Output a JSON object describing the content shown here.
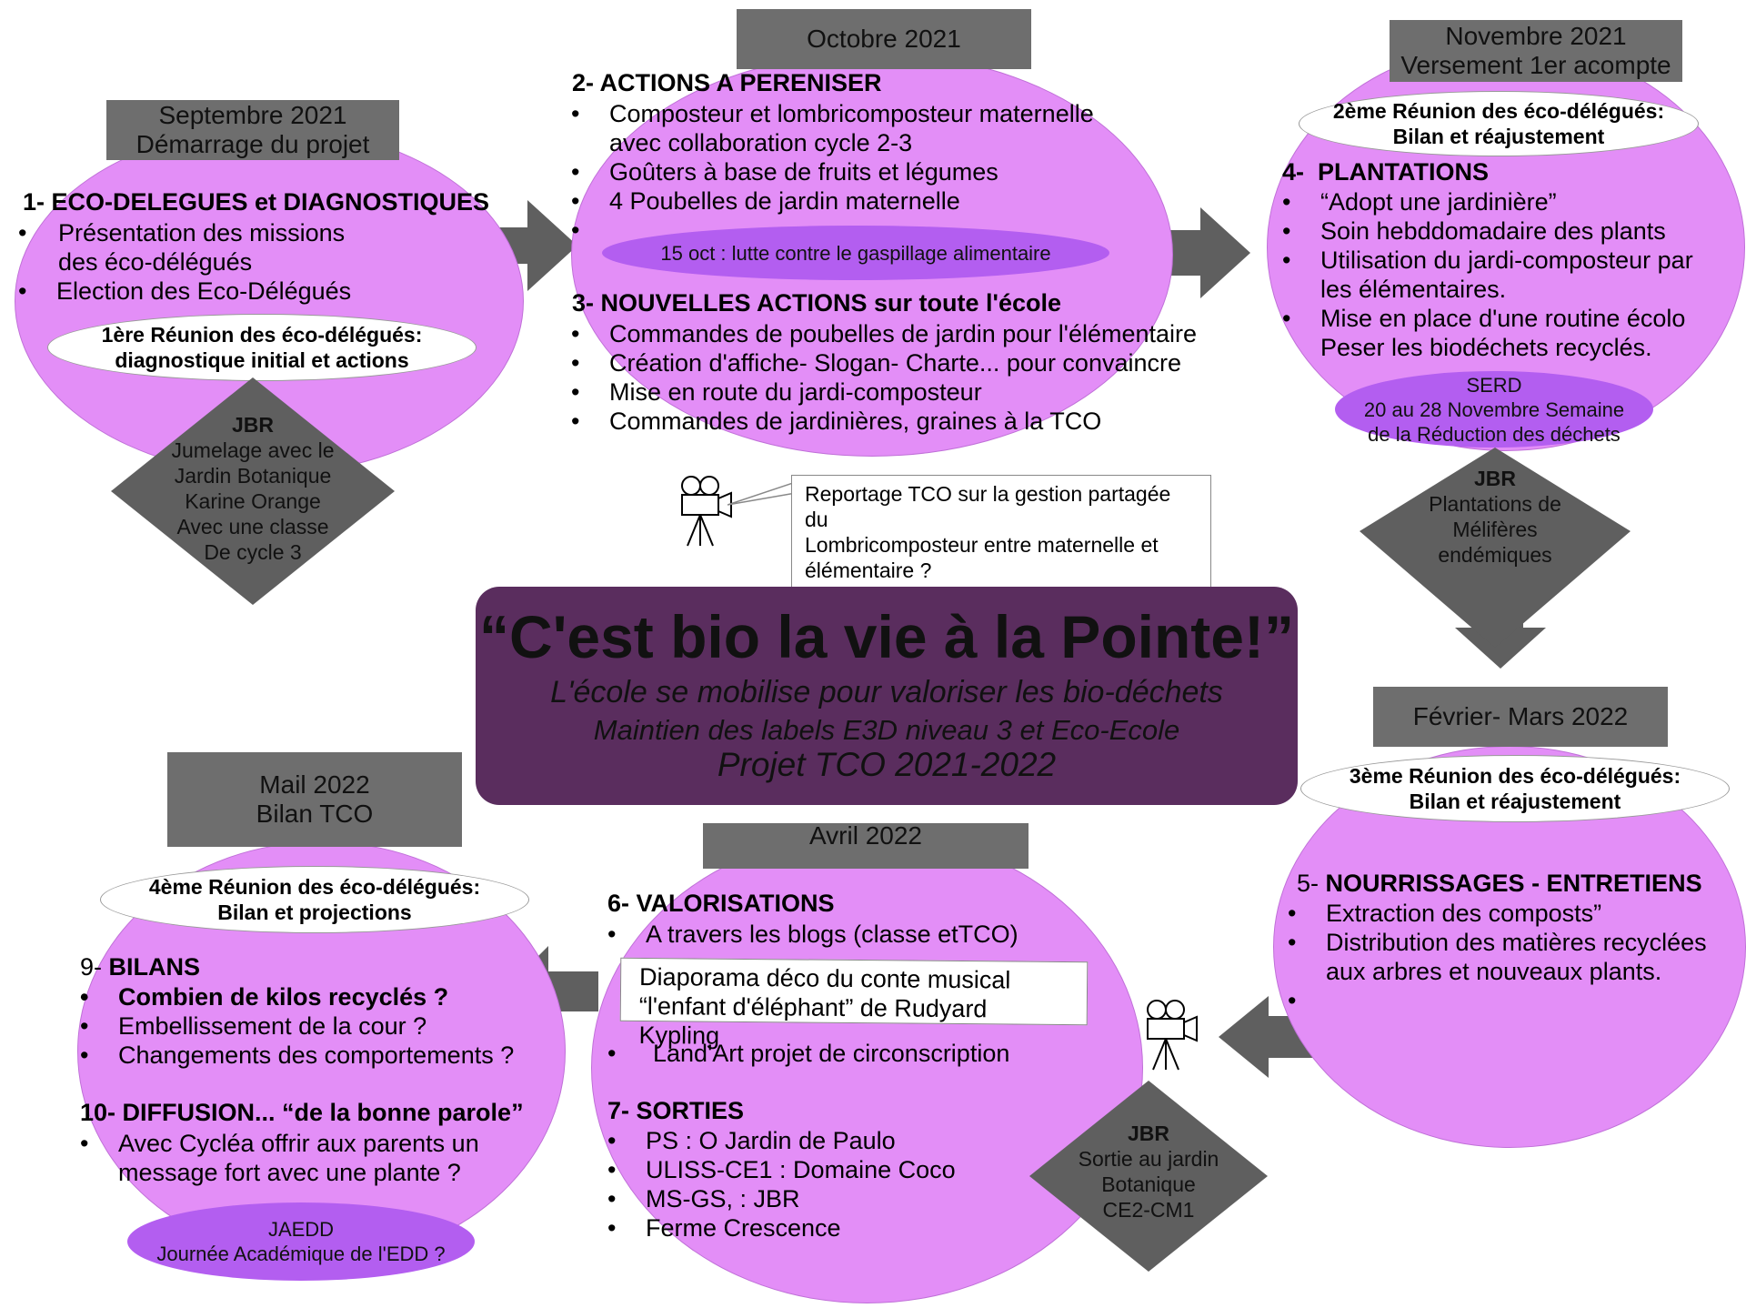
{
  "title": {
    "main": "“C'est bio la vie à la Pointe!”",
    "line1": "L'école se mobilise pour valoriser les bio-déchets",
    "line2": "Maintien des labels E3D niveau 3 et Eco-Ecole",
    "line3": "Projet TCO 2021-2022"
  },
  "step1": {
    "date_line1": "Septembre 2021",
    "date_line2": "Démarrage du projet",
    "heading": "1- ECO-DELEGUES et DIAGNOSTIQUES",
    "items": [
      "Présentation des missions",
      "des éco-délégués",
      "Election des Eco-Délégués"
    ],
    "meeting_line1": "1ère Réunion des éco-délégués:",
    "meeting_line2": "diagnostique initial et actions",
    "jbr_title": "JBR",
    "jbr_lines": [
      "Jumelage avec le",
      "Jardin Botanique",
      "Karine Orange",
      "Avec une classe",
      "De cycle 3"
    ]
  },
  "step2": {
    "date": "Octobre 2021",
    "heading": "2- ACTIONS A PERENISER",
    "items": [
      "Composteur et lombricomposteur maternelle",
      "avec collaboration cycle 2-3",
      "Goûters à base de fruits et légumes",
      "4 Poubelles de jardin maternelle",
      ""
    ],
    "event": "15 oct : lutte contre le gaspillage alimentaire",
    "heading3": "3- NOUVELLES ACTIONS sur toute l'école",
    "items3": [
      " Commandes de poubelles de jardin pour l'élémentaire",
      "Création d'affiche- Slogan- Charte... pour convaincre",
      "Mise en route du jardi-composteur",
      "Commandes de jardinières, graines à la TCO"
    ]
  },
  "reportage": {
    "line1": "Reportage TCO sur la gestion partagée du",
    "line2": "Lombricomposteur entre maternelle et élémentaire ?"
  },
  "step4": {
    "date_line1": "Novembre 2021",
    "date_line2": "Versement 1er acompte",
    "meeting_line1": "2ème Réunion des éco-délégués:",
    "meeting_line2": "Bilan et réajustement",
    "heading_num": "4-",
    "heading": "PLANTATIONS",
    "items": [
      "“Adopt une jardinière”",
      "Soin hebddomadaire des plants",
      "Utilisation du jardi-composteur par",
      "les élémentaires.",
      "Mise en place d'une routine écolo",
      "Peser les biodéchets recyclés."
    ],
    "serd_line1": "SERD",
    "serd_line2": "20 au 28 Novembre Semaine",
    "serd_line3": "de la Réduction des déchets",
    "jbr_title": "JBR",
    "jbr_lines": [
      "Plantations de",
      "Mélifères",
      "endémiques"
    ]
  },
  "step5": {
    "date": "Février-  Mars 2022",
    "meeting_line1": "3ème Réunion des éco-délégués:",
    "meeting_line2": "Bilan et réajustement",
    "heading_num": "5-",
    "heading": "NOURRISSAGES - ENTRETIENS",
    "items": [
      "Extraction des composts”",
      "Distribution des matières recyclées",
      "aux arbres et nouveaux plants.",
      ""
    ]
  },
  "step6": {
    "date": "Avril 2022",
    "heading": "6- VALORISATIONS",
    "items": [
      "A travers les blogs (classe etTCO)"
    ],
    "diaporama_line1": "Diaporama déco du conte musical",
    "diaporama_line2": "“l'enfant d'éléphant” de Rudyard Kypling",
    "landart": "Land'Art projet de circonscription",
    "heading7": "7- SORTIES",
    "items7": [
      "PS : O Jardin de Paulo",
      "ULISS-CE1 : Domaine Coco",
      "MS-GS,  : JBR",
      "Ferme Crescence"
    ],
    "jbr_title": "JBR",
    "jbr_lines": [
      "Sortie au jardin",
      "Botanique",
      "CE2-CM1"
    ]
  },
  "step9": {
    "date_line1": "Mail 2022",
    "date_line2": "Bilan TCO",
    "meeting_line1": "4ème Réunion des éco-délégués:",
    "meeting_line2": "Bilan et projections",
    "heading_num": "9-",
    "heading": "BILANS",
    "items": [
      "Combien de kilos recyclés ?",
      "Embellissement de la cour ?",
      "Changements des comportements ?"
    ],
    "heading10": "10- DIFFUSION... “de la bonne parole”",
    "items10": [
      "Avec Cycléa offrir aux parents un",
      "message fort avec une plante ?"
    ],
    "jaedd_line1": "JAEDD",
    "jaedd_line2": "Journée Académique de l'EDD ?"
  },
  "colors": {
    "circle": "#e38ef7",
    "pill": "#b35ef0",
    "date_box": "#6e6e6e",
    "diamond": "#5f5f5f",
    "title_box": "#5a2d5e",
    "arrow": "#5f5f5f"
  },
  "icons": [
    "camera-icon",
    "arrow-right",
    "arrow-down",
    "arrow-left"
  ]
}
